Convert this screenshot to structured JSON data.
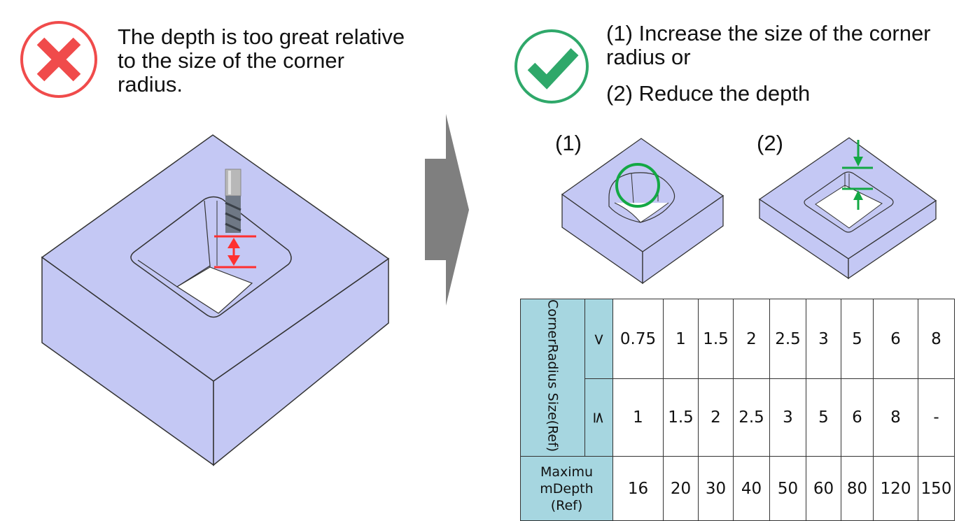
{
  "bad": {
    "icon": "x-circle-icon",
    "icon_color": "#f04b4b",
    "lines": [
      "The depth is too great relative",
      "to the size of the corner",
      "radius."
    ]
  },
  "good": {
    "icon": "check-circle-icon",
    "icon_color": "#2fa86a",
    "option1_lines": [
      "(1) Increase the size of the corner",
      "radius or"
    ],
    "option2": "(2) Reduce the depth",
    "label1": "(1)",
    "label2": "(2)"
  },
  "arrow_icon": "right-arrow-icon",
  "colors": {
    "block_face": "#c4c8f4",
    "dimension_red": "#ff3030",
    "dimension_green": "#13a844",
    "table_header": "#a6d6e0"
  },
  "table": {
    "corner_header": "CornerRadius Size(Ref)",
    "gt_symbol": ">",
    "le_symbol": "≤",
    "gt_values": [
      "0.75",
      "1",
      "1.5",
      "2",
      "2.5",
      "3",
      "5",
      "6",
      "8"
    ],
    "le_values": [
      "1",
      "1.5",
      "2",
      "2.5",
      "3",
      "5",
      "6",
      "8",
      "-"
    ],
    "depth_header": [
      "Maximu",
      "mDepth",
      "(Ref)"
    ],
    "depth_values": [
      "16",
      "20",
      "30",
      "40",
      "50",
      "60",
      "80",
      "120",
      "150"
    ]
  }
}
